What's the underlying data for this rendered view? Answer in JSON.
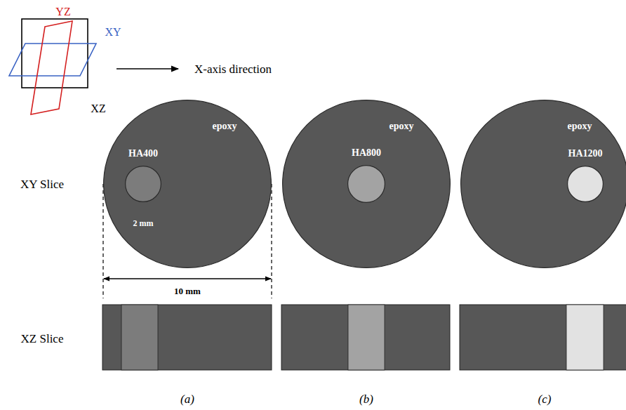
{
  "diagram": {
    "nodes": [
      {
        "text": [
          "epoxy"
        ]
      },
      {
        "text": [
          "HA400"
        ],
        "in": 0
      },
      {
        "text": [
          "epoxy"
        ]
      },
      {
        "text": [
          "HA800"
        ],
        "in": 2
      },
      {
        "text": [
          "epoxy"
        ]
      },
      {
        "text": [
          "HA1200"
        ],
        "in": 4
      }
    ],
    "labels": [
      "YZ",
      "XY",
      "XZ",
      "X-axis direction",
      "XY Slice",
      "2 mm",
      "10 mm",
      "XZ Slice",
      "(a)",
      "(b)",
      "(c)"
    ]
  }
}
